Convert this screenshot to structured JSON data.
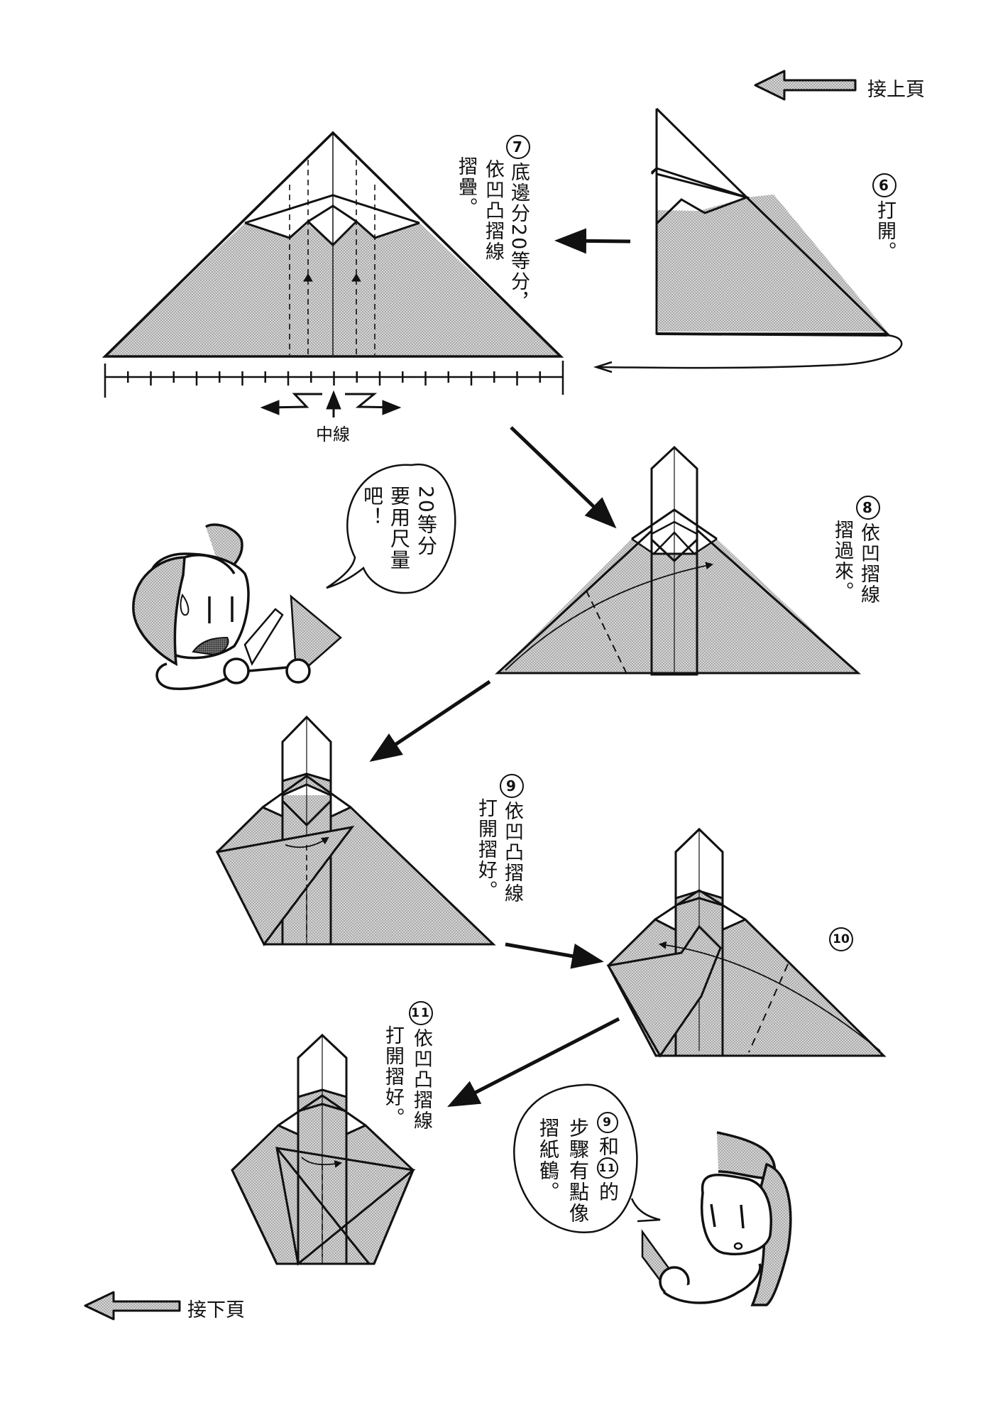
{
  "page": {
    "continue_from_prev": "接上頁",
    "continue_to_next": "接下頁"
  },
  "steps": [
    {
      "number": "⑥",
      "num": "6",
      "lines": [
        "打開。"
      ]
    },
    {
      "number": "⑦",
      "num": "7",
      "lines": [
        "底邊分20等分，",
        "依凹凸摺線",
        "摺疊。"
      ]
    },
    {
      "number": "⑧",
      "num": "8",
      "lines": [
        "依凹摺線",
        "摺過來。"
      ]
    },
    {
      "number": "⑨",
      "num": "9",
      "lines": [
        "依凹凸摺線",
        "打開摺好。"
      ]
    },
    {
      "number": "⑩",
      "num": "10",
      "lines": []
    },
    {
      "number": "⑪",
      "num": "11",
      "lines": [
        "依凹凸摺線",
        "打開摺好。"
      ]
    }
  ],
  "ruler": {
    "divisions": 20,
    "center_label": "中線"
  },
  "bubbles": [
    {
      "lines": [
        "20等分",
        "要用尺量",
        "吧！"
      ]
    },
    {
      "num_a": "9",
      "mid": "和",
      "num_b": "11",
      "tail": "的",
      "lines": [
        "步驟有點像",
        "摺紙鶴。"
      ]
    }
  ],
  "colors": {
    "ink": "#111111",
    "screen_tone": "#c8c8c8",
    "paper": "#ffffff"
  }
}
